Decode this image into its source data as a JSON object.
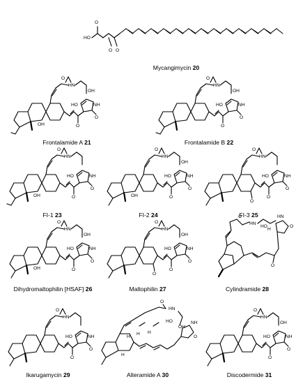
{
  "compounds": [
    {
      "name": "Mycangimycin",
      "number": "20"
    },
    {
      "name": "Frontalamide A",
      "number": "21"
    },
    {
      "name": "Frontalamide B",
      "number": "22"
    },
    {
      "name": "FI-1",
      "number": "23"
    },
    {
      "name": "FI-2",
      "number": "24"
    },
    {
      "name": "FI-3",
      "number": "25"
    },
    {
      "name": "Dihydromaltophilin [HSAF]",
      "number": "26"
    },
    {
      "name": "Maltophilin",
      "number": "27"
    },
    {
      "name": "Cylindramide",
      "number": "28"
    },
    {
      "name": "Ikarugamycin",
      "number": "29"
    },
    {
      "name": "Alteramide A",
      "number": "30"
    },
    {
      "name": "Discodermide",
      "number": "31"
    }
  ],
  "atom_labels": {
    "ho": "HO",
    "o": "O",
    "oh": "OH",
    "hn": "HN",
    "nh": "NH",
    "h": "H"
  }
}
